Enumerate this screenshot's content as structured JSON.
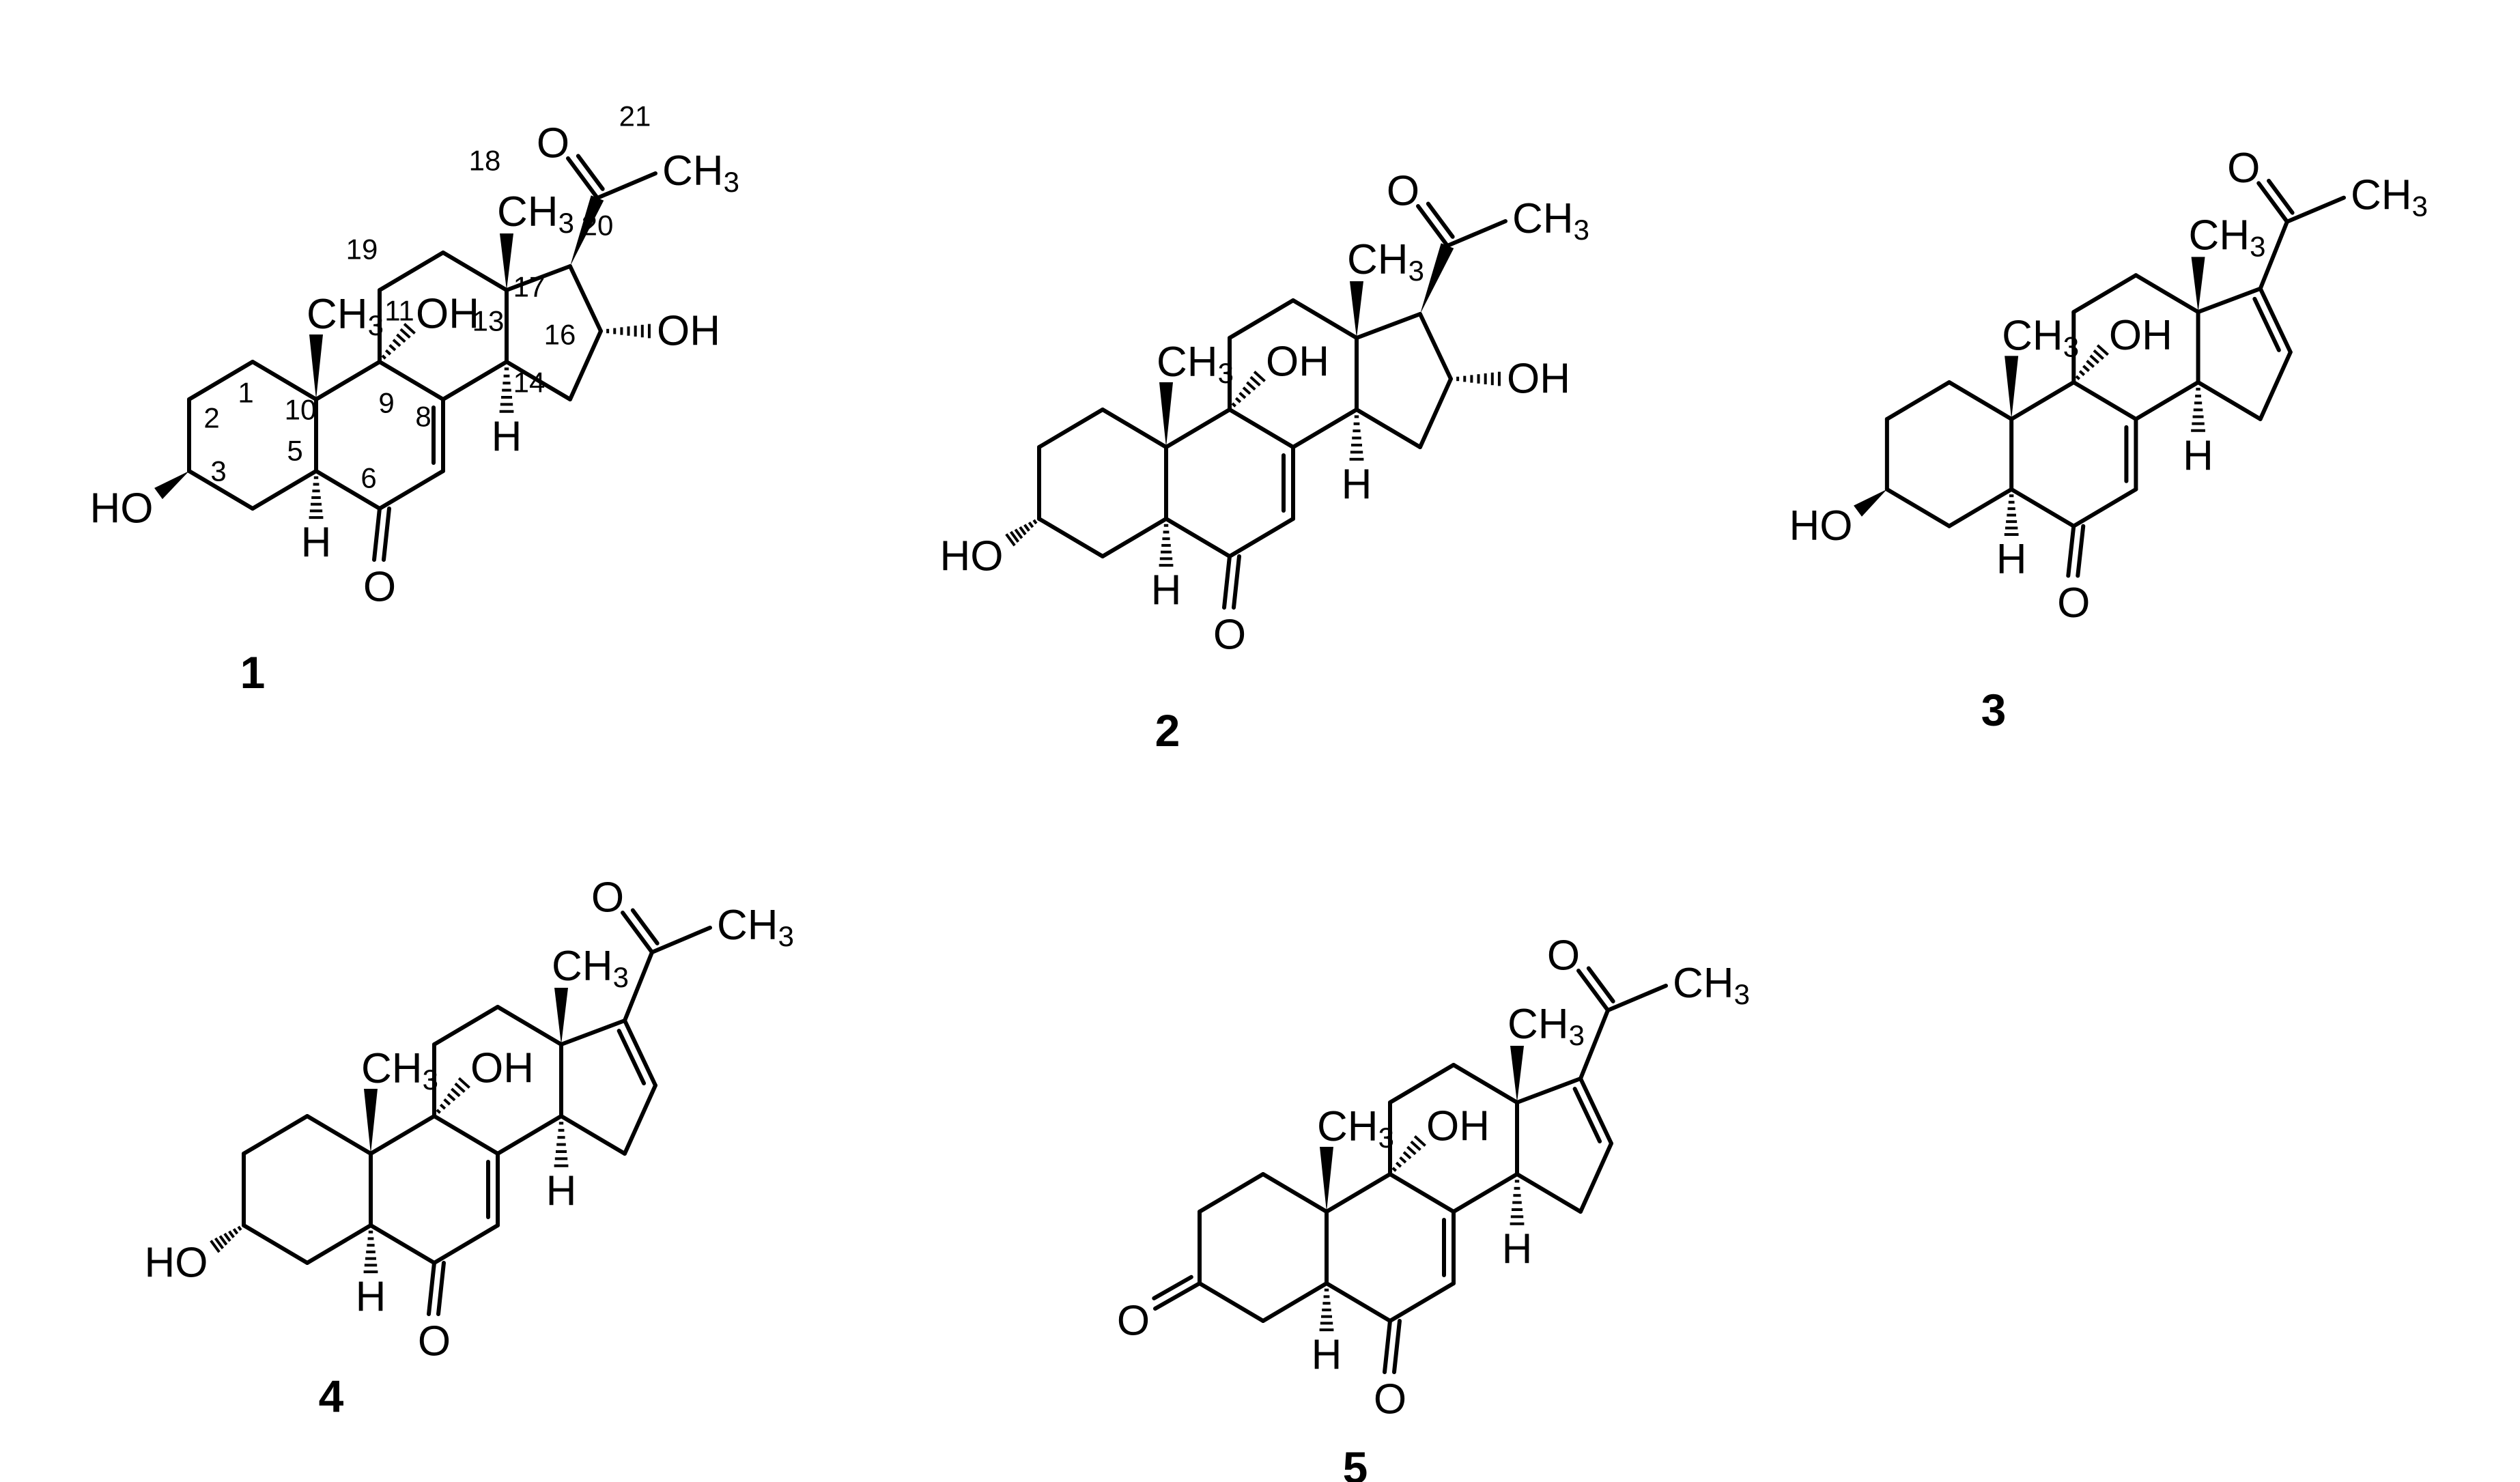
{
  "figure": {
    "compounds": [
      {
        "label": "1",
        "atoms": {
          "C3_subst": "HO",
          "H5": "H",
          "O6": "O",
          "Me19": "CH3",
          "OH9": "OH",
          "H14": "H",
          "Me18": "CH3",
          "O20": "O",
          "Me21": "CH3",
          "OH16": "OH"
        },
        "numbering": [
          "1",
          "2",
          "3",
          "5",
          "6",
          "8",
          "9",
          "10",
          "11",
          "13",
          "14",
          "16",
          "17",
          "18",
          "19",
          "20",
          "21"
        ]
      },
      {
        "label": "2",
        "atoms": {
          "C3_subst": "HO",
          "H5": "H",
          "O6": "O",
          "Me19": "CH3",
          "OH9": "OH",
          "H14": "H",
          "Me18": "CH3",
          "O20": "O",
          "Me21": "CH3",
          "OH16": "OH"
        }
      },
      {
        "label": "3",
        "atoms": {
          "C3_subst": "HO",
          "H5": "H",
          "O6": "O",
          "Me19": "CH3",
          "OH9": "OH",
          "H14": "H",
          "Me18": "CH3",
          "O20": "O",
          "Me21": "CH3"
        }
      },
      {
        "label": "4",
        "atoms": {
          "C3_subst": "HO",
          "H5": "H",
          "O6": "O",
          "Me19": "CH3",
          "OH9": "OH",
          "H14": "H",
          "Me18": "CH3",
          "O20": "O",
          "Me21": "CH3"
        }
      },
      {
        "label": "5",
        "atoms": {
          "C3_subst": "O",
          "H5": "H",
          "O6": "O",
          "Me19": "CH3",
          "OH9": "OH",
          "H14": "H",
          "Me18": "CH3",
          "O20": "O",
          "Me21": "CH3"
        }
      }
    ]
  }
}
